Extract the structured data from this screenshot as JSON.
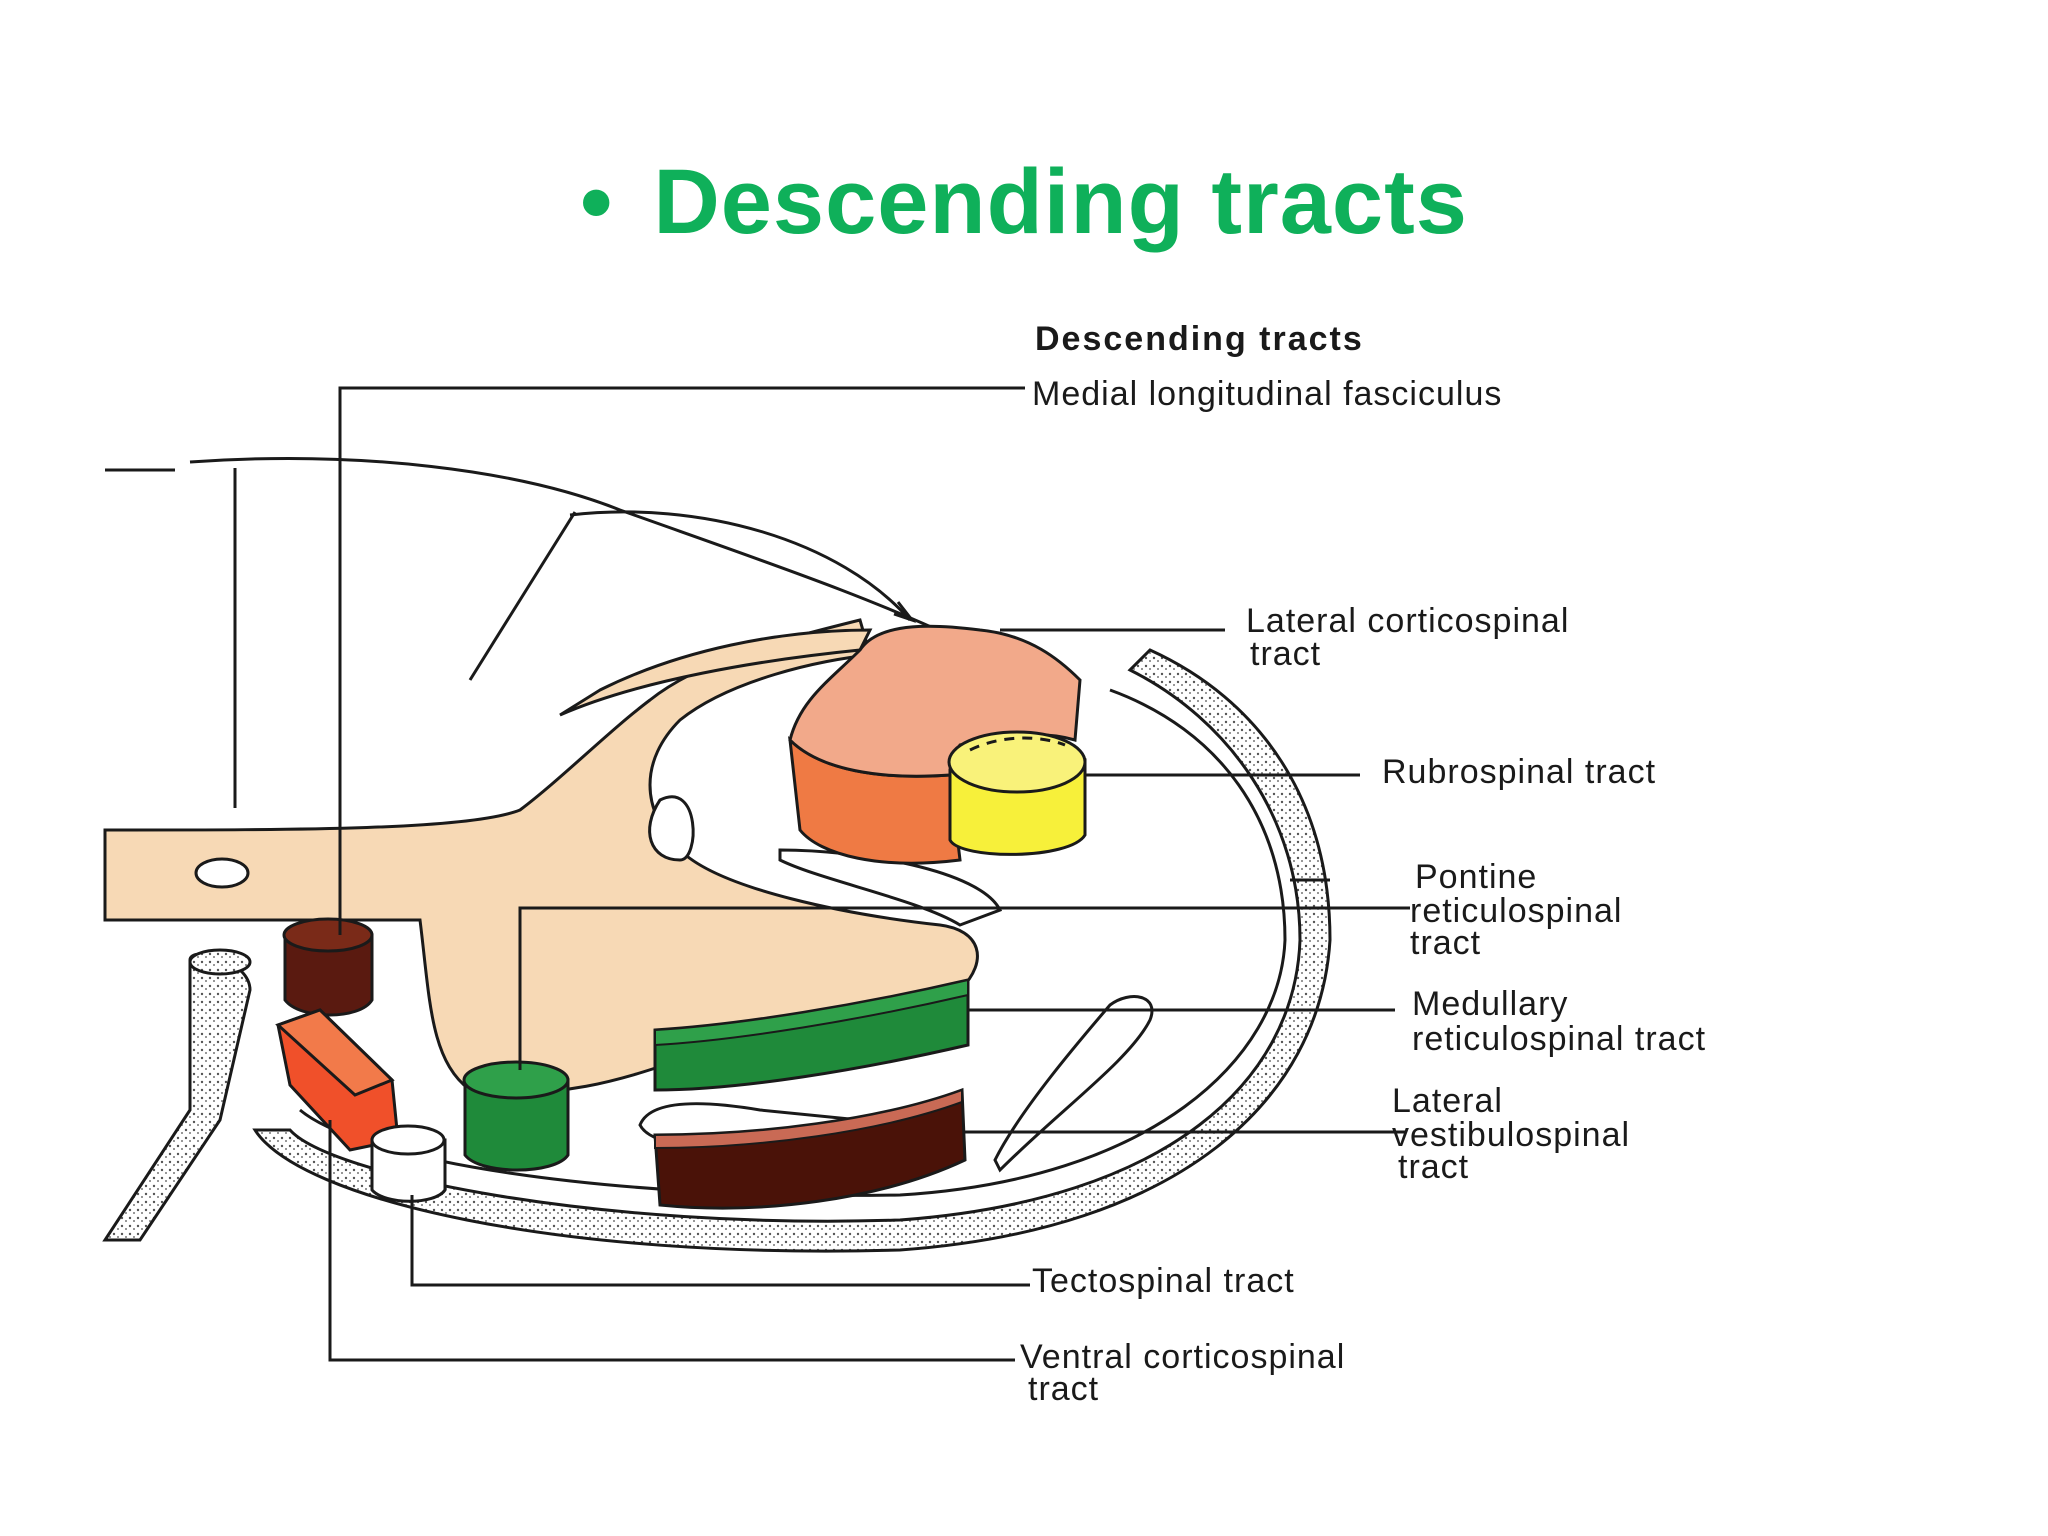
{
  "slide": {
    "bullet": "•",
    "title": "Descending tracts"
  },
  "diagram": {
    "heading": "Descending tracts",
    "labels": {
      "mlf": "Medial longitudinal fasciculus",
      "lcst_1": "Lateral corticospinal",
      "lcst_2": "tract",
      "rubro": "Rubrospinal tract",
      "pontine_1": "Pontine",
      "pontine_2": "reticulospinal",
      "pontine_3": "tract",
      "medullary_1": "Medullary",
      "medullary_2": "reticulospinal tract",
      "lvst_1": "Lateral",
      "lvst_2": "vestibulospinal",
      "lvst_3": "tract",
      "tecto": "Tectospinal tract",
      "vcst_1": "Ventral corticospinal",
      "vcst_2": "tract"
    },
    "colors": {
      "gray_matter": "#f7d9b5",
      "lateral_corticospinal": "#f2a98a",
      "lateral_corticospinal_side": "#ef7a44",
      "rubrospinal": "#f7f03a",
      "medial_longitudinal": "#5a1a10",
      "ventral_corticospinal": "#f0502a",
      "tectospinal": "#ffffff",
      "reticulospinal_green": "#1f8a3a",
      "vestibulospinal": "#4a1208",
      "vestibulospinal_top": "#c96a55"
    }
  }
}
